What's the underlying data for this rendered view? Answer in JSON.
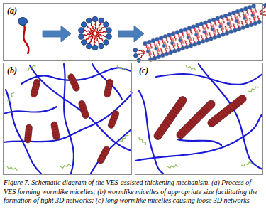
{
  "diagram": {
    "caption": "Figure 7. Schematic diagram of the VES-assisted thickening mechanism. (a) Process of VES forming wormlike micelles; (b) wormlike micelles of appropriate size facilitating the formation of tight 3D networks; (c) long wormlike micelles causing loose 3D networks",
    "nodes": [
      {
        "text": [
          "(a)"
        ]
      },
      {
        "text": [
          "(b)"
        ]
      },
      {
        "text": [
          "(c)"
        ]
      }
    ]
  }
}
